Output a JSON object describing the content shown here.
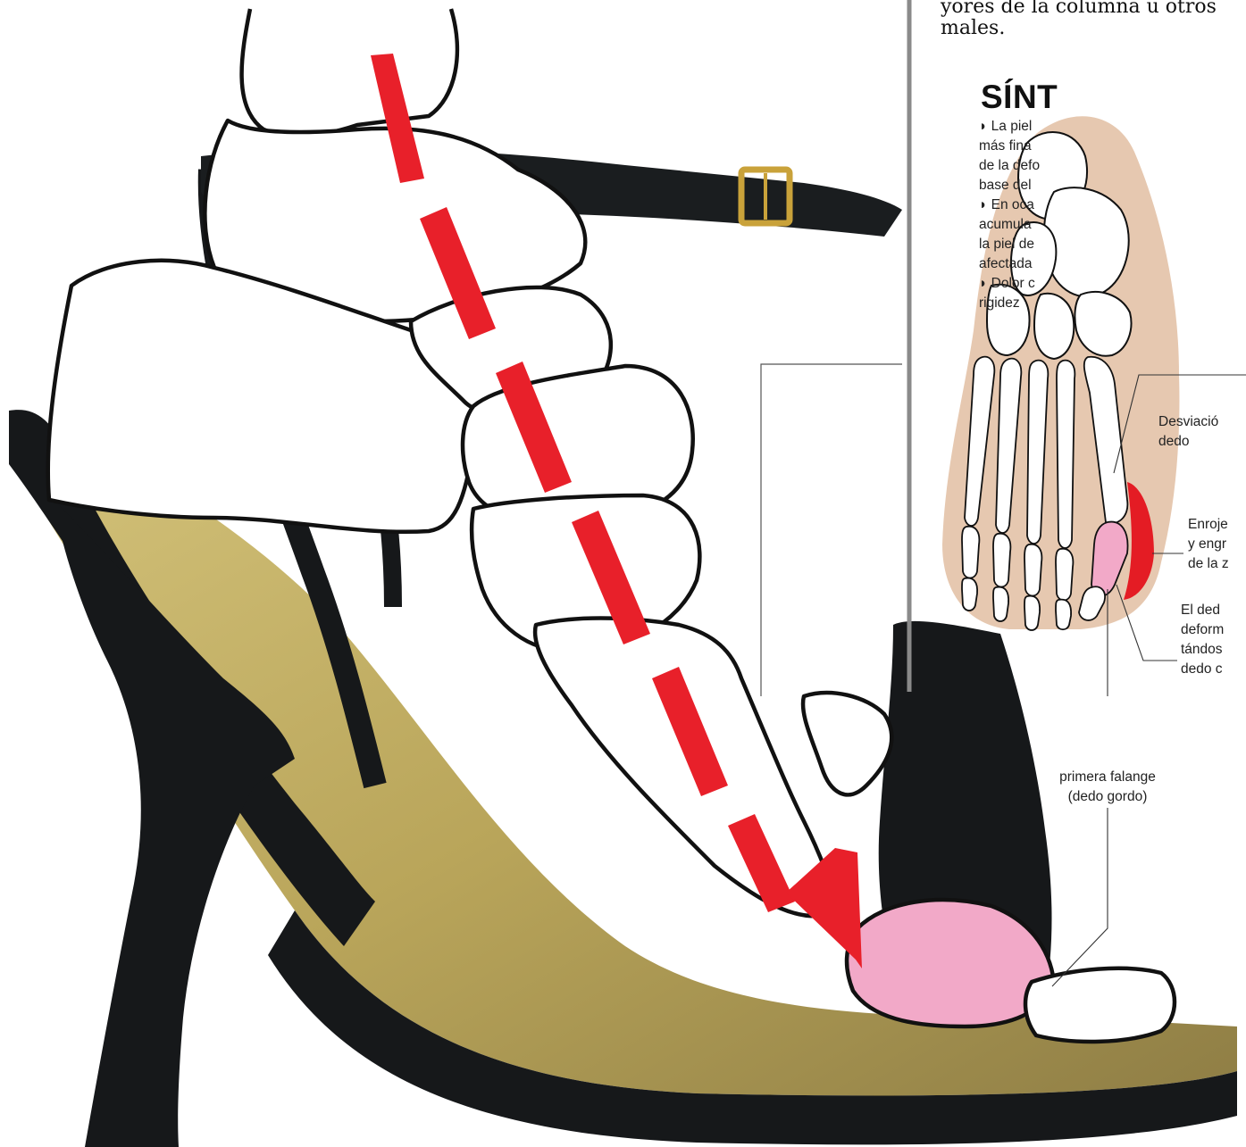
{
  "intro_lines": [
    "yores de la columna u otros",
    "males."
  ],
  "section": {
    "heading": "SÍNT",
    "symptom_lines": [
      "◗ La piel",
      "más fina",
      "de la defo",
      "base del",
      "◗ En oca",
      "acumula",
      "la piel de",
      "afectada",
      "◗ Dolor c",
      "rigidez"
    ]
  },
  "labels": {
    "deviation": [
      "Desviació",
      "dedo"
    ],
    "redness": [
      "Enroje",
      "y engr",
      "de la z"
    ],
    "deformed_toe": [
      "El ded",
      "deform",
      "tándos",
      "dedo c"
    ],
    "phalanx": [
      "primera falange",
      "(dedo gordo)"
    ]
  },
  "colors": {
    "arrow_red": "#e8202a",
    "skin_beige": "#e6c8b0",
    "highlight_pink": "#f2a9c8",
    "inflammation_red": "#e41c24",
    "shoe_black": "#16181a",
    "insole_gold": "#b9a55a",
    "divider_gray": "#8a8a8a"
  },
  "icons": [
    "shoe-illustration",
    "foot-skeleton-illustration",
    "direction-arrow-icon"
  ]
}
